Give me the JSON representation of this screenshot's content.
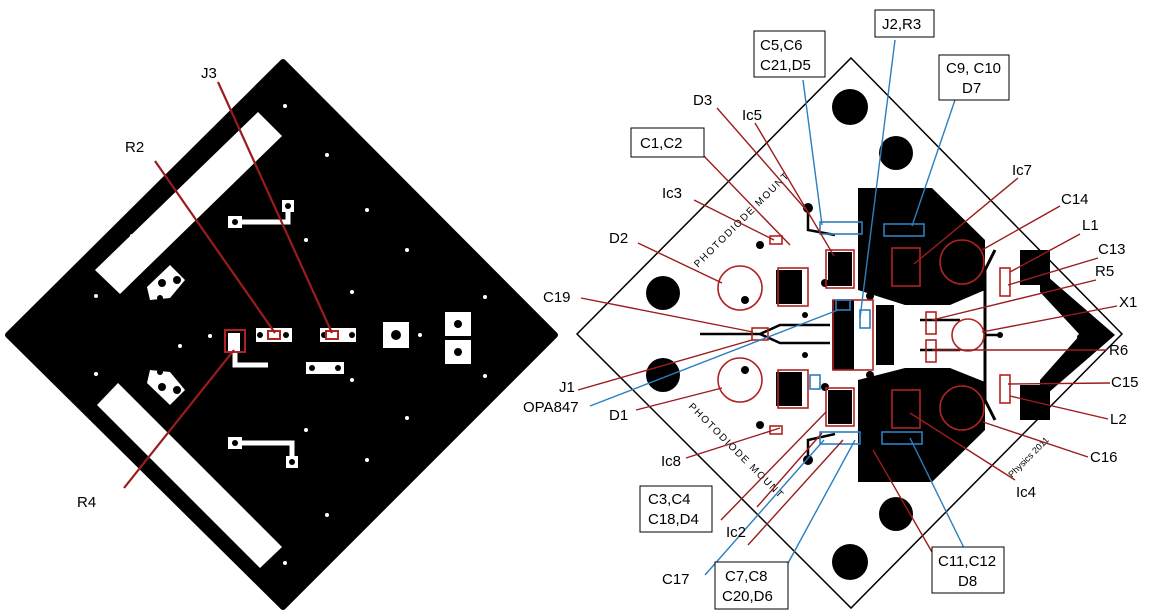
{
  "left_labels": [
    "J3",
    "R2",
    "R4"
  ],
  "right_labels": {
    "boxed": [
      {
        "lines": [
          "C5,C6",
          "C21,D5"
        ]
      },
      {
        "lines": [
          "J2,R3"
        ]
      },
      {
        "lines": [
          "C9, C10",
          "D7"
        ]
      },
      {
        "lines": [
          "C1,C2"
        ]
      },
      {
        "lines": [
          "C3,C4",
          "C18,D4"
        ]
      },
      {
        "lines": [
          "C7,C8",
          "C20,D6"
        ]
      },
      {
        "lines": [
          "C11,C12",
          "D8"
        ]
      }
    ],
    "plain": [
      "D3",
      "Ic5",
      "Ic3",
      "D2",
      "C19",
      "J1",
      "OPA847",
      "D1",
      "Ic8",
      "Ic7",
      "C14",
      "L1",
      "C13",
      "R5",
      "X1",
      "R6",
      "C15",
      "L2",
      "C16",
      "Ic4",
      "Ic2",
      "C17"
    ]
  },
  "silkscreen": {
    "top_mount": "PHOTODIODE MOUNT",
    "bottom_mount": "PHOTODIODE MOUNT",
    "brand": "Physics 2011"
  }
}
